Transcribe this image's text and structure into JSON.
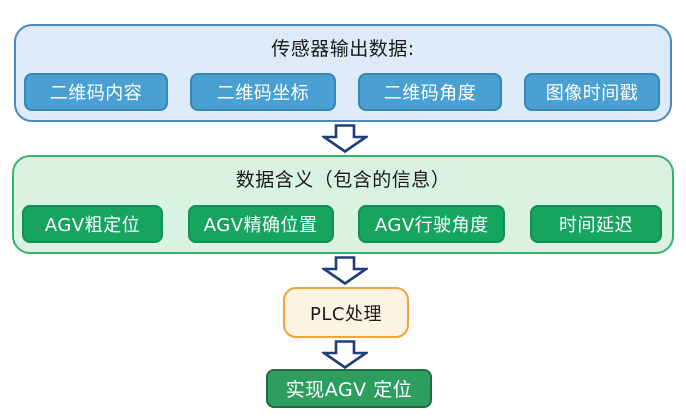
{
  "diagram": {
    "sensor_section": {
      "title": "传感器输出数据:",
      "items": [
        "二维码内容",
        "二维码坐标",
        "二维码角度",
        "图像时间戳"
      ]
    },
    "meaning_section": {
      "title": "数据含义（包含的信息）",
      "items": [
        "AGV粗定位",
        "AGV精确位置",
        "AGV行驶角度",
        "时间延迟"
      ]
    },
    "plc_box": {
      "label": "PLC处理"
    },
    "result_box": {
      "label": "实现AGV 定位"
    },
    "colors": {
      "sensor_container_fill": "#dcebf7",
      "sensor_container_border": "#4a89b8",
      "sensor_item_fill": "#4aa0d3",
      "sensor_item_border": "#3886b6",
      "meaning_container_fill": "#d9f2e2",
      "meaning_container_border": "#35b46a",
      "meaning_item_fill": "#17a45f",
      "meaning_item_border": "#109052",
      "plc_fill": "#fdf3e2",
      "plc_border": "#f0a339",
      "result_fill": "#2e9e60",
      "result_border": "#1e6c44",
      "arrow_fill": "#ffffff",
      "arrow_stroke": "#1f3d7a"
    }
  }
}
